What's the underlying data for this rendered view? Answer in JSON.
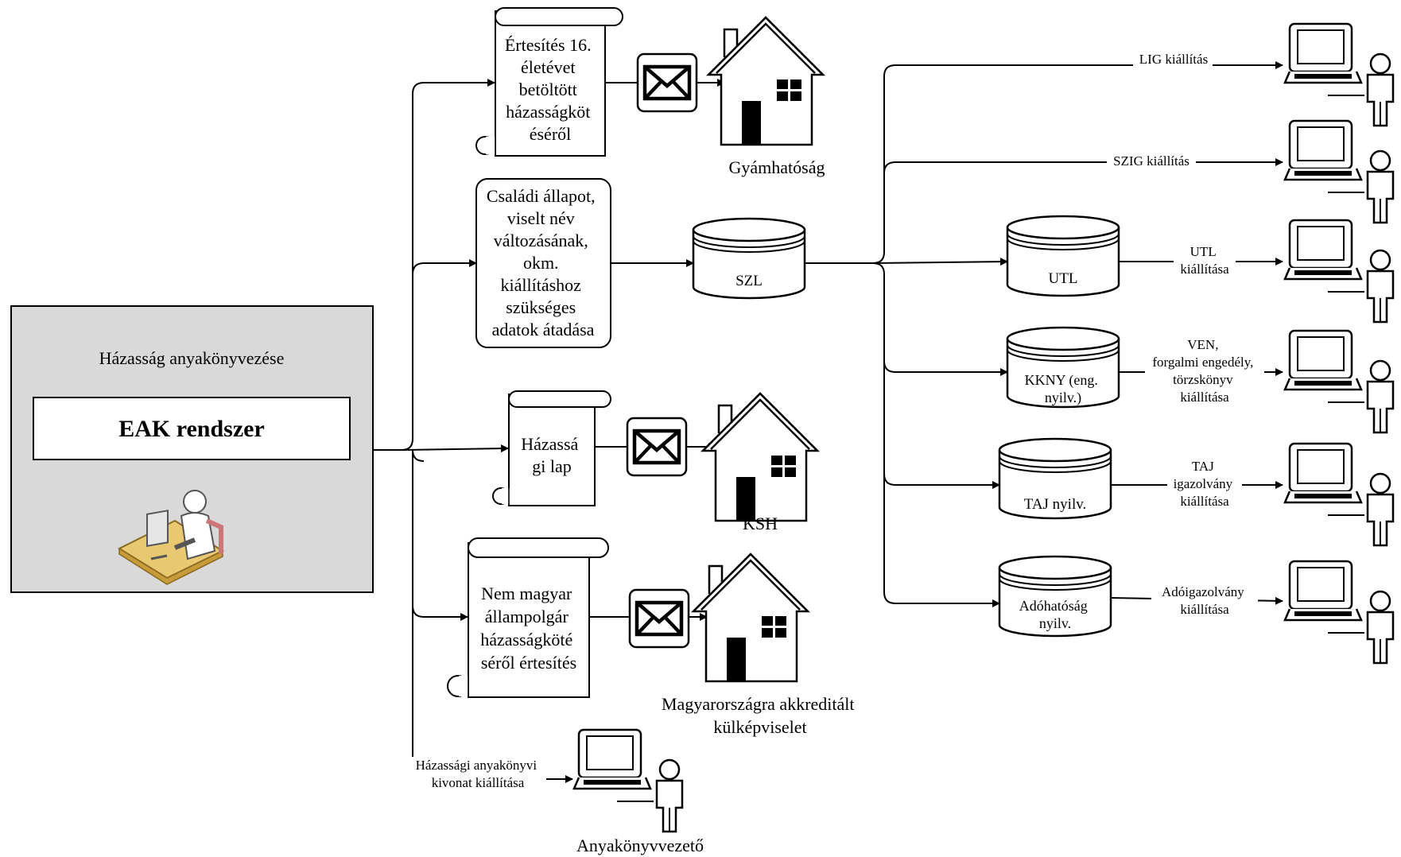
{
  "source_box": {
    "title": "Házasság anyakönyvezése",
    "system_label": "EAK rendszer",
    "icon": "person-at-desk-icon"
  },
  "documents": {
    "doc_16": [
      "Értesítés 16.",
      "életévet",
      "betöltött",
      "házasságköt",
      "éséről"
    ],
    "doc_csaladi": [
      "Családi állapot,",
      "viselt név",
      "változásának,",
      "okm.",
      "kiállításhoz",
      "szükséges",
      "adatok átadása"
    ],
    "doc_hazassagi_lap": [
      "Házassá",
      "gi lap"
    ],
    "doc_nem_magyar": [
      "Nem magyar",
      "állampolgár",
      "házasságköté",
      "séről értesítés"
    ]
  },
  "recipients": {
    "gyamhatosag": "Gyámhatóság",
    "ksh": "KSH",
    "kulkepviselet": [
      "Magyarországra akkreditált",
      "külképviselet"
    ],
    "anyakonyvvezeto": "Anyakönyvvezető"
  },
  "databases": {
    "szl": [
      "SZL"
    ],
    "utl": [
      "UTL"
    ],
    "kkny": [
      "KKNY (eng.",
      "nyilv.)"
    ],
    "taj": [
      "TAJ nyilv."
    ],
    "ado": [
      "Adóhatóság",
      "nyilv."
    ]
  },
  "outputs": {
    "lig": [
      "LIG kiállítás"
    ],
    "szig": [
      "SZIG kiállítás"
    ],
    "utl": [
      "UTL",
      "kiállítása"
    ],
    "ven": [
      "VEN,",
      "forgalmi engedély,",
      "törzskönyv",
      "kiállítása"
    ],
    "taj": [
      "TAJ",
      "igazolvány",
      "kiállítása"
    ],
    "ado": [
      "Adóigazolvány",
      "kiállítása"
    ],
    "kivonat": [
      "Házassági anyakönyvi",
      "kivonat kiállítása"
    ]
  },
  "icons": {
    "mail": "envelope-icon",
    "house": "house-icon",
    "database": "database-cylinder-icon",
    "workstation": "computer-user-icon"
  }
}
